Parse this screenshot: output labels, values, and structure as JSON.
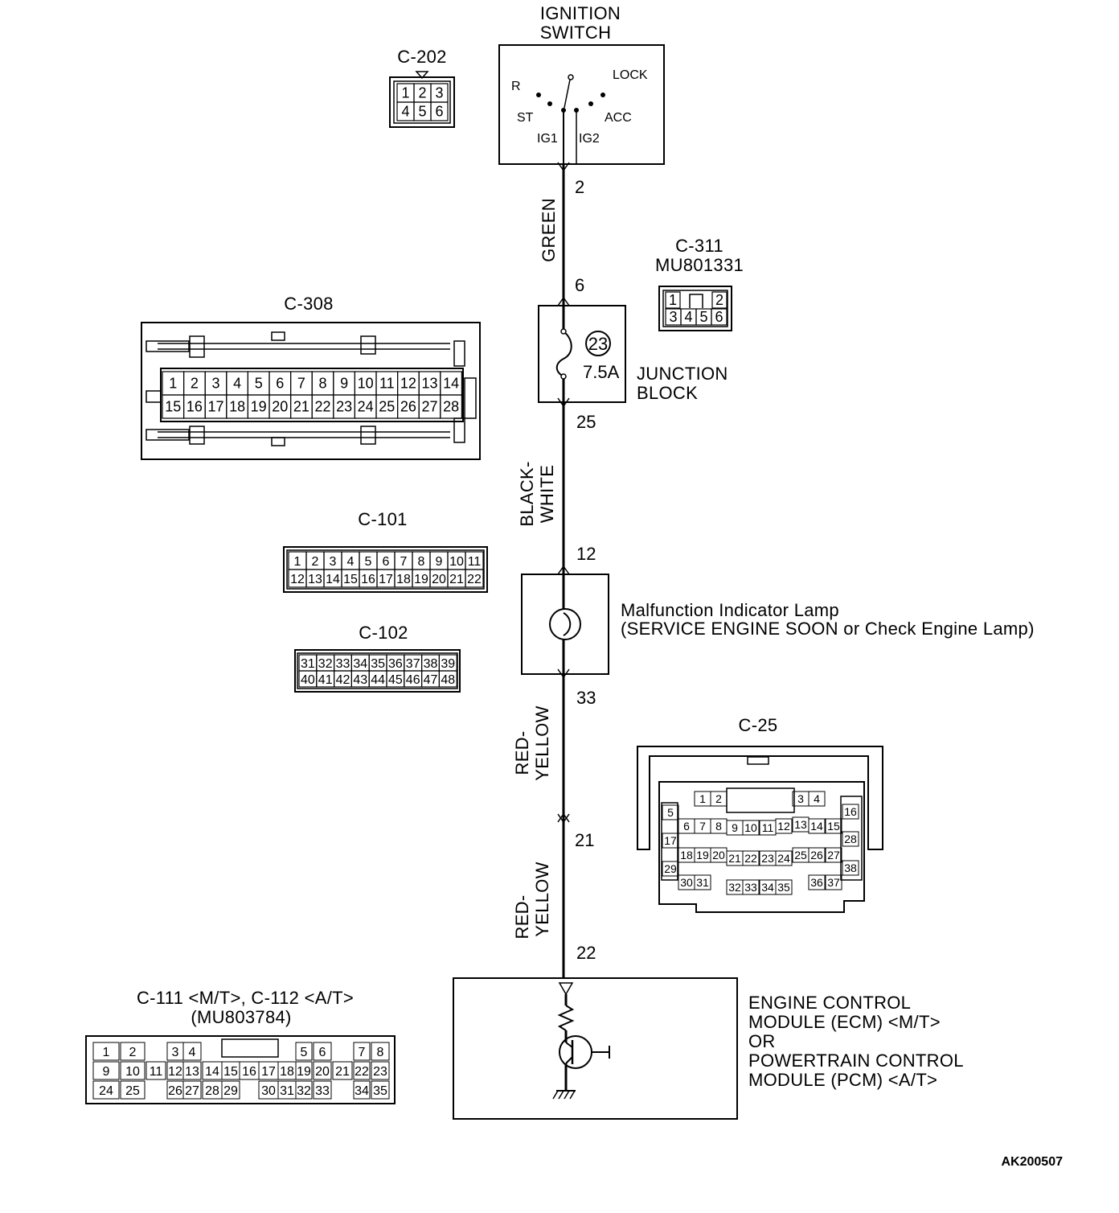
{
  "ignition_switch": {
    "title": [
      "IGNITION",
      "SWITCH"
    ],
    "positions": {
      "r": "R",
      "lock": "LOCK",
      "st": "ST",
      "acc": "ACC",
      "ig1": "IG1",
      "ig2": "IG2"
    }
  },
  "wires": [
    {
      "from_pin": "2",
      "to_pin": "6",
      "color": "GREEN"
    },
    {
      "from_pin": "25",
      "to_pin": "12",
      "color": [
        "BLACK-",
        "WHITE"
      ]
    },
    {
      "from_pin": "33",
      "to_pin": "21",
      "color": [
        "RED-",
        "YELLOW"
      ]
    },
    {
      "from_pin": "21",
      "to_pin": "22",
      "color": [
        "RED-",
        "YELLOW"
      ]
    }
  ],
  "junction_block": {
    "label": [
      "JUNCTION",
      "BLOCK"
    ],
    "fuse_number": "23",
    "fuse_rating": "7.5A"
  },
  "mil": {
    "label": [
      "Malfunction Indicator Lamp",
      "(SERVICE ENGINE SOON or Check Engine Lamp)"
    ]
  },
  "ecm": {
    "label": [
      "ENGINE CONTROL",
      "MODULE (ECM) <M/T>",
      "OR",
      "POWERTRAIN CONTROL",
      "MODULE (PCM) <A/T>"
    ]
  },
  "connectors": {
    "c202": {
      "name": "C-202",
      "rows": [
        [
          "1",
          "2",
          "3"
        ],
        [
          "4",
          "5",
          "6"
        ]
      ]
    },
    "c311": {
      "name": "C-311",
      "part": "MU801331",
      "rows": [
        [
          "1",
          "",
          "2"
        ],
        [
          "3",
          "4",
          "5",
          "6"
        ]
      ]
    },
    "c308": {
      "name": "C-308",
      "rows": [
        [
          "1",
          "2",
          "3",
          "4",
          "5",
          "6",
          "7",
          "8",
          "9",
          "10",
          "11",
          "12",
          "13",
          "14"
        ],
        [
          "15",
          "16",
          "17",
          "18",
          "19",
          "20",
          "21",
          "22",
          "23",
          "24",
          "25",
          "26",
          "27",
          "28"
        ]
      ]
    },
    "c101": {
      "name": "C-101",
      "rows": [
        [
          "1",
          "2",
          "3",
          "4",
          "5",
          "6",
          "7",
          "8",
          "9",
          "10",
          "11"
        ],
        [
          "12",
          "13",
          "14",
          "15",
          "16",
          "17",
          "18",
          "19",
          "20",
          "21",
          "22"
        ]
      ]
    },
    "c102": {
      "name": "C-102",
      "rows": [
        [
          "31",
          "32",
          "33",
          "34",
          "35",
          "36",
          "37",
          "38",
          "39"
        ],
        [
          "40",
          "41",
          "42",
          "43",
          "44",
          "45",
          "46",
          "47",
          "48"
        ]
      ]
    },
    "c25": {
      "name": "C-25"
    },
    "c111": {
      "name": "C-111 <M/T>, C-112 <A/T>",
      "part": "(MU803784)"
    }
  },
  "diagram_id": "AK200507"
}
